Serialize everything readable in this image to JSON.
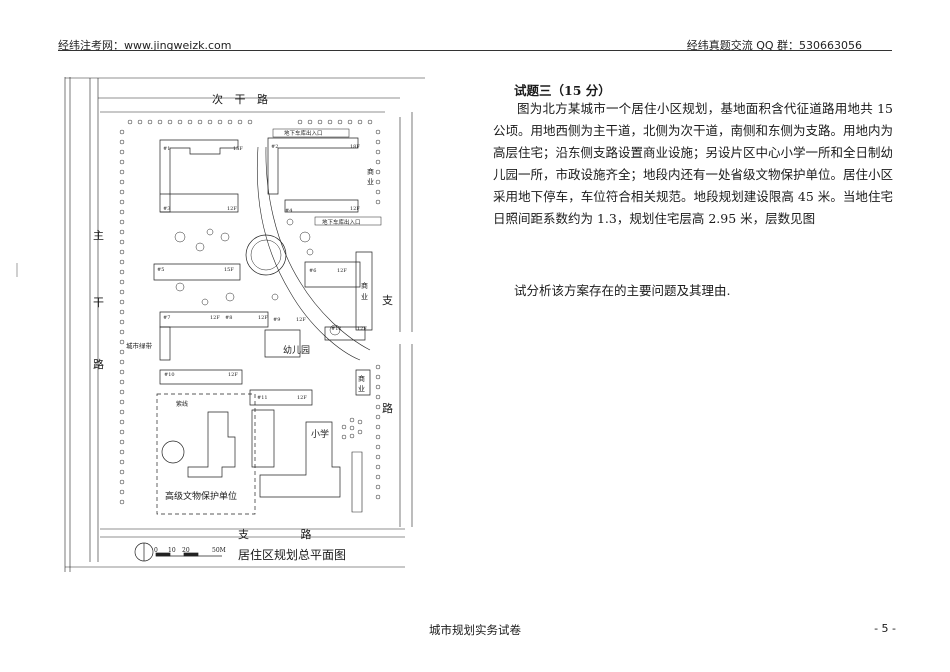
{
  "header": {
    "left": "经纬注考网：www.jingweizk.com",
    "right": "经纬真题交流 QQ 群：530663056"
  },
  "plan": {
    "roads": {
      "north": "次 干 路",
      "south": "支 路",
      "west": [
        "主",
        "干",
        "路"
      ],
      "east": [
        "支",
        "路"
      ]
    },
    "caption": "居住区规划总平面图",
    "scale_ticks": [
      "0",
      "10",
      "20",
      "50M"
    ],
    "labels": {
      "parking_entrance_1": "地下车库出入口",
      "parking_entrance_2": "地下车库出入口",
      "commercial_1": [
        "商",
        "业"
      ],
      "commercial_2": [
        "商",
        "业"
      ],
      "commercial_3": [
        "商",
        "业"
      ],
      "kindergarten": "幼儿园",
      "school": "小学",
      "heritage": "高级文物保护单位",
      "greenbelt": "城市绿带",
      "boundary": "紫线"
    },
    "buildings": {
      "b1": "#1",
      "b1f": "15F",
      "b2": "#2",
      "b2f": "18F",
      "b3": "#3",
      "b3f": "12F",
      "b4": "#4",
      "b4f": "12F",
      "b5": "#5",
      "b5f": "15F",
      "b6": "#6",
      "b6f": "12F",
      "b7": "#7",
      "b7f": "12F",
      "b8": "#8",
      "b8f": "12F",
      "b9": "#9",
      "b9f": "12F",
      "b10": "#10",
      "b10f": "12F",
      "b11": "#11",
      "b11f": "12F",
      "b12": "#12",
      "b12f": "12F"
    }
  },
  "question": {
    "title": "试题三（15 分）",
    "body": "图为北方某城市一个居住小区规划，基地面积含代征道路用地共 15 公顷。用地西侧为主干道，北侧为次干道，南侧和东侧为支路。用地内为高层住宅；沿东侧支路设置商业设施；另设片区中心小学一所和全日制幼儿园一所，市政设施齐全；地段内还有一处省级文物保护单位。居住小区采用地下停车，车位符合相关规范。地段规划建设限高 45 米。当地住宅日照间距系数约为 1.3，规划住宅层高 2.95 米，层数见图",
    "ask": "试分析该方案存在的主要问题及其理由."
  },
  "footer": {
    "title": "城市规划实务试卷",
    "page": "- 5 -"
  }
}
